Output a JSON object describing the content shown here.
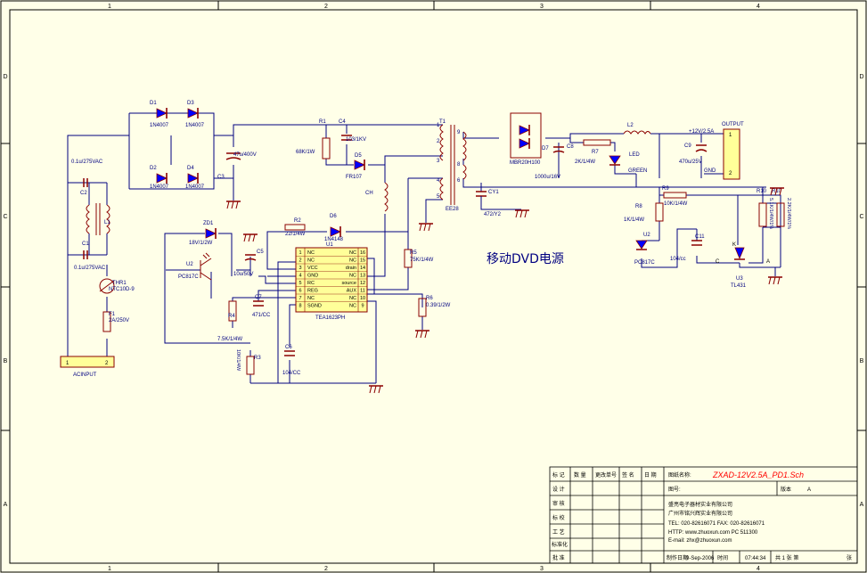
{
  "frame": {
    "col_labels": [
      "1",
      "2",
      "3",
      "4"
    ],
    "row_labels": [
      "D",
      "C",
      "B",
      "A"
    ]
  },
  "title": "移动DVD电源",
  "components": {
    "d1": {
      "ref": "D1",
      "value": "1N4007"
    },
    "d2": {
      "ref": "D2",
      "value": "1N4007"
    },
    "d3": {
      "ref": "D3",
      "value": "1N4007"
    },
    "d4": {
      "ref": "D4",
      "value": "1N4007"
    },
    "c3": {
      "ref": "C3",
      "value": "47u/400V"
    },
    "c2": {
      "ref": "C2",
      "value": "0.1u/275VAC"
    },
    "l1": {
      "ref": "L1"
    },
    "c1": {
      "ref": "C1",
      "value": "0.1u/275VAC"
    },
    "thr1": {
      "ref": "THR1",
      "value": "NTC10D-9"
    },
    "f1": {
      "ref": "F1",
      "value": "2A/250V"
    },
    "acinput": {
      "ref": "ACINPUT",
      "pin1": "1",
      "pin2": "2"
    },
    "r1": {
      "ref": "R1",
      "value": "68K/1W"
    },
    "c4": {
      "ref": "C4",
      "value": "103/1KV"
    },
    "d5": {
      "ref": "D5",
      "value": "FR107"
    },
    "ch": {
      "ref": "CH"
    },
    "t1": {
      "ref": "T1",
      "pins": [
        "1",
        "2",
        "3",
        "4",
        "5",
        "6",
        "8",
        "9"
      ],
      "mark": "EE28"
    },
    "cy1": {
      "ref": "CY1",
      "value": "472/Y2"
    },
    "d7": {
      "ref": "D7",
      "value": "MBR20H100"
    },
    "c8": {
      "ref": "C8",
      "value": "1000u/16V"
    },
    "l2": {
      "ref": "L2"
    },
    "r7": {
      "ref": "R7",
      "value": "2K/1/4W"
    },
    "led": {
      "ref": "LED",
      "value": "GREEN"
    },
    "c9": {
      "ref": "C9",
      "value": "470u/25V"
    },
    "output": {
      "ref": "OUTPUT",
      "net1": "+12V/2.5A",
      "net2": "GND",
      "pin1": "1",
      "pin2": "2"
    },
    "r9": {
      "ref": "R9",
      "value": "10K/1/4W"
    },
    "r8": {
      "ref": "R8",
      "value": "1K/1/4W"
    },
    "r10": {
      "ref": "R10",
      "value": "5.1K/1/4W/1%"
    },
    "r11": {
      "ref": "R10",
      "value": "2.2K/1/4W/1%"
    },
    "c11": {
      "ref": "C11",
      "value": "104/cc"
    },
    "u2b": {
      "ref": "U2",
      "value": "PC817C"
    },
    "u3": {
      "ref": "U3",
      "value": "TL431",
      "pin_k": "K",
      "pin_c": "C",
      "pin_a": "A"
    },
    "zd1": {
      "ref": "ZD1",
      "value": "18V/1/2W"
    },
    "u2": {
      "ref": "U2",
      "value": "PC817C"
    },
    "c5": {
      "ref": "C5",
      "value": "10u/50V"
    },
    "r2": {
      "ref": "R2",
      "value": "22/1/4W"
    },
    "d6": {
      "ref": "D6",
      "value": "1N4148"
    },
    "c7": {
      "ref": "C7",
      "value": "471/CC"
    },
    "r4": {
      "ref": "R4",
      "value": "7.5K/1/4W"
    },
    "r3": {
      "ref": "R3",
      "value": "10K/1/4W"
    },
    "c6": {
      "ref": "C6",
      "value": "104/CC"
    },
    "r5": {
      "ref": "R5",
      "value": "75K/1/4W"
    },
    "r6": {
      "ref": "R6",
      "value": "0.39/1/2W"
    }
  },
  "ic": {
    "ref": "U1",
    "part": "TEA1623PH",
    "pins": [
      {
        "num_l": "1",
        "label_l": "NC",
        "label_r": "NC",
        "num_r": "16"
      },
      {
        "num_l": "2",
        "label_l": "NC",
        "label_r": "NC",
        "num_r": "15"
      },
      {
        "num_l": "3",
        "label_l": "VCC",
        "label_r": "drain",
        "num_r": "14"
      },
      {
        "num_l": "4",
        "label_l": "GND",
        "label_r": "NC",
        "num_r": "13"
      },
      {
        "num_l": "5",
        "label_l": "RC",
        "label_r": "source",
        "num_r": "12"
      },
      {
        "num_l": "6",
        "label_l": "REG",
        "label_r": "AUX",
        "num_r": "11"
      },
      {
        "num_l": "7",
        "label_l": "NC",
        "label_r": "NC",
        "num_r": "10"
      },
      {
        "num_l": "8",
        "label_l": "SGND",
        "label_r": "NC",
        "num_r": "9"
      }
    ]
  },
  "title_block": {
    "hdr_mark": "标 记",
    "hdr_count": "数 量",
    "hdr_chg": "更改单号",
    "hdr_sign": "签 名",
    "hdr_date": "日 期",
    "name_label": "图纸名称:",
    "name_value": "ZXAD-12V2.5A_PD1.Sch",
    "number_label": "图号:",
    "version_label": "版本",
    "version_value": "A",
    "design": "设 计",
    "review": "审 核",
    "check": "标 校",
    "process": "工 艺",
    "standard": "标准化",
    "approve": "批 准",
    "company1": "盛亮电子器材实业有限公司",
    "company2": "广州市铭兴辉实业有限公司",
    "tel": "TEL: 020-82616071  FAX: 020-82616071",
    "http": "HTTP: www.zhuoxun.com  PC 511300",
    "email": "E-mail: zhx@zhuoxun.com",
    "made_label": "制作日期",
    "made_value": "9-Sep-2006",
    "time_label": "时间",
    "time_value": "07:44:34",
    "sheet_label": "共 1 张 第",
    "sheet_value": "张"
  },
  "colors": {
    "wire": "#000080",
    "component": "#8b0000",
    "diode_fill": "#0000ff",
    "text": "#000080",
    "title_red": "#ff0000",
    "connector_fill": "#ffff99",
    "background": "#ffffe8"
  }
}
